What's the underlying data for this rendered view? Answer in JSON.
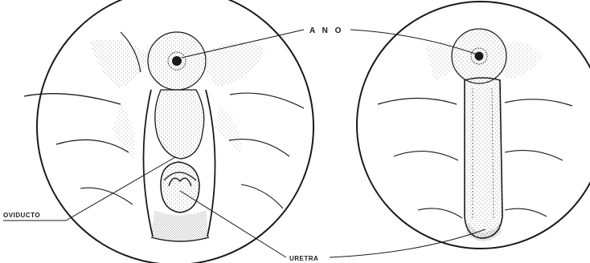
{
  "labels": {
    "ano": "A N O",
    "oviducto": "OVIDUCTO",
    "uretra": "URETRA"
  },
  "colors": {
    "ink": "#1a1a1a",
    "stipple": "#6b6b6b",
    "background": "#ffffff"
  }
}
